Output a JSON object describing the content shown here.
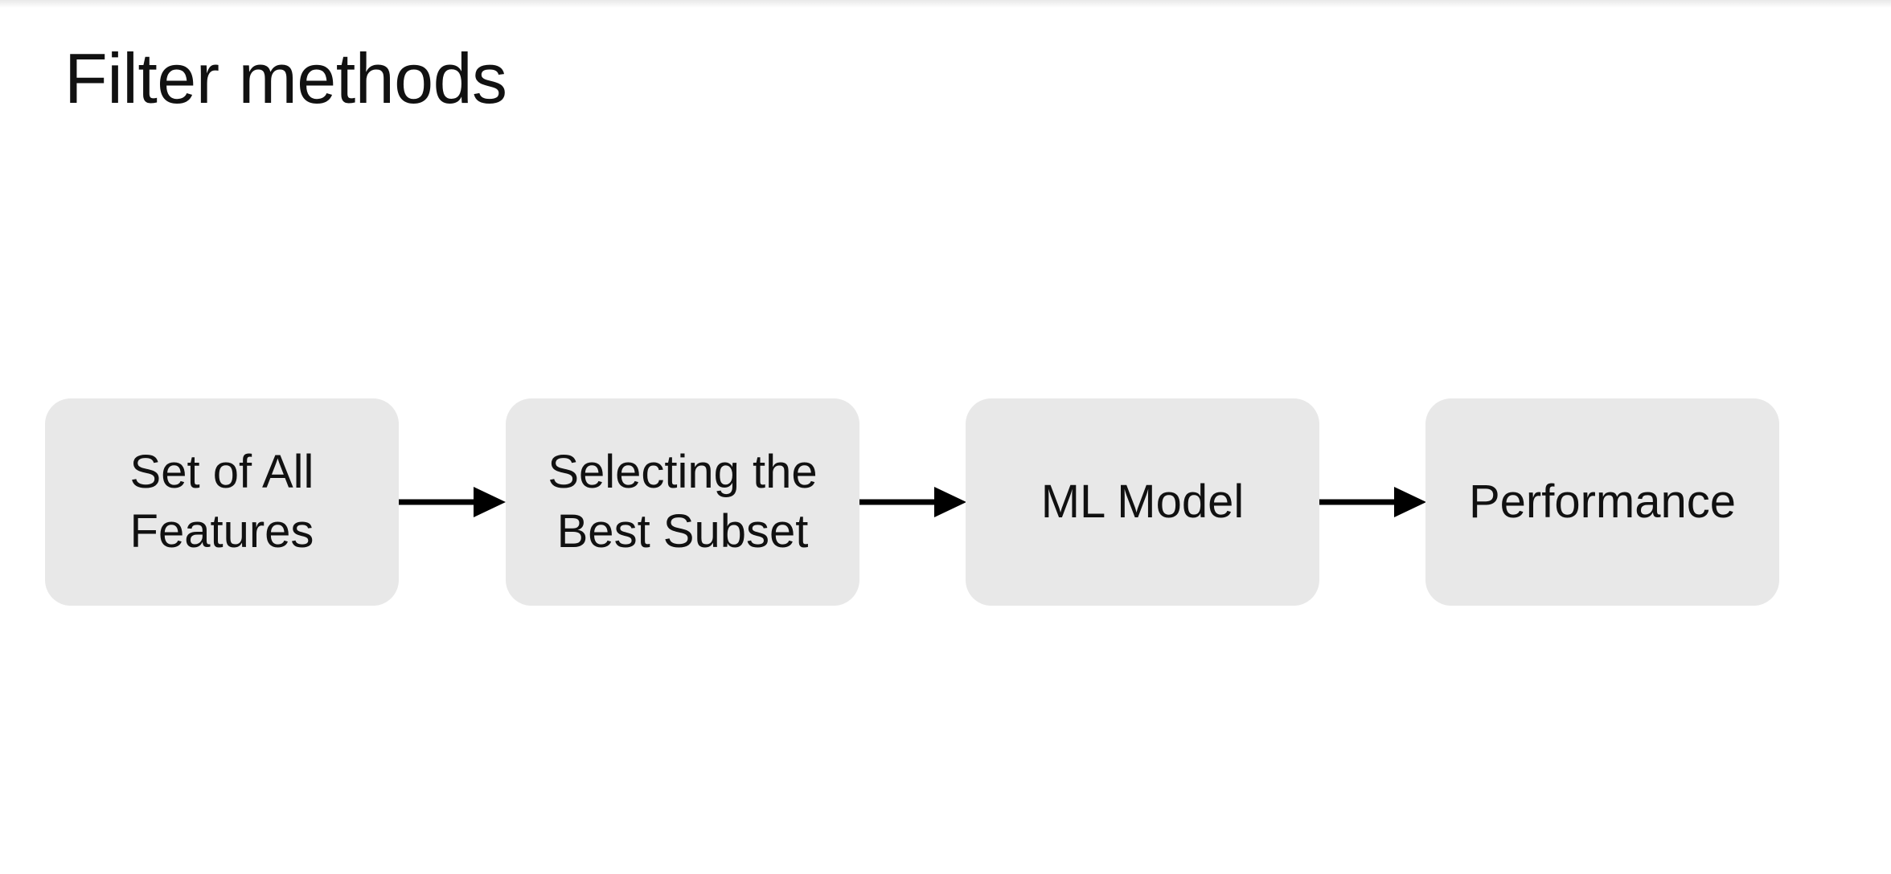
{
  "slide": {
    "title": "Filter methods"
  },
  "diagram": {
    "steps": [
      {
        "label": "Set of All\nFeatures"
      },
      {
        "label": "Selecting the\nBest Subset"
      },
      {
        "label": "ML Model"
      },
      {
        "label": "Performance"
      }
    ],
    "box_color": "#e8e8e8",
    "arrow_color": "#000000"
  }
}
